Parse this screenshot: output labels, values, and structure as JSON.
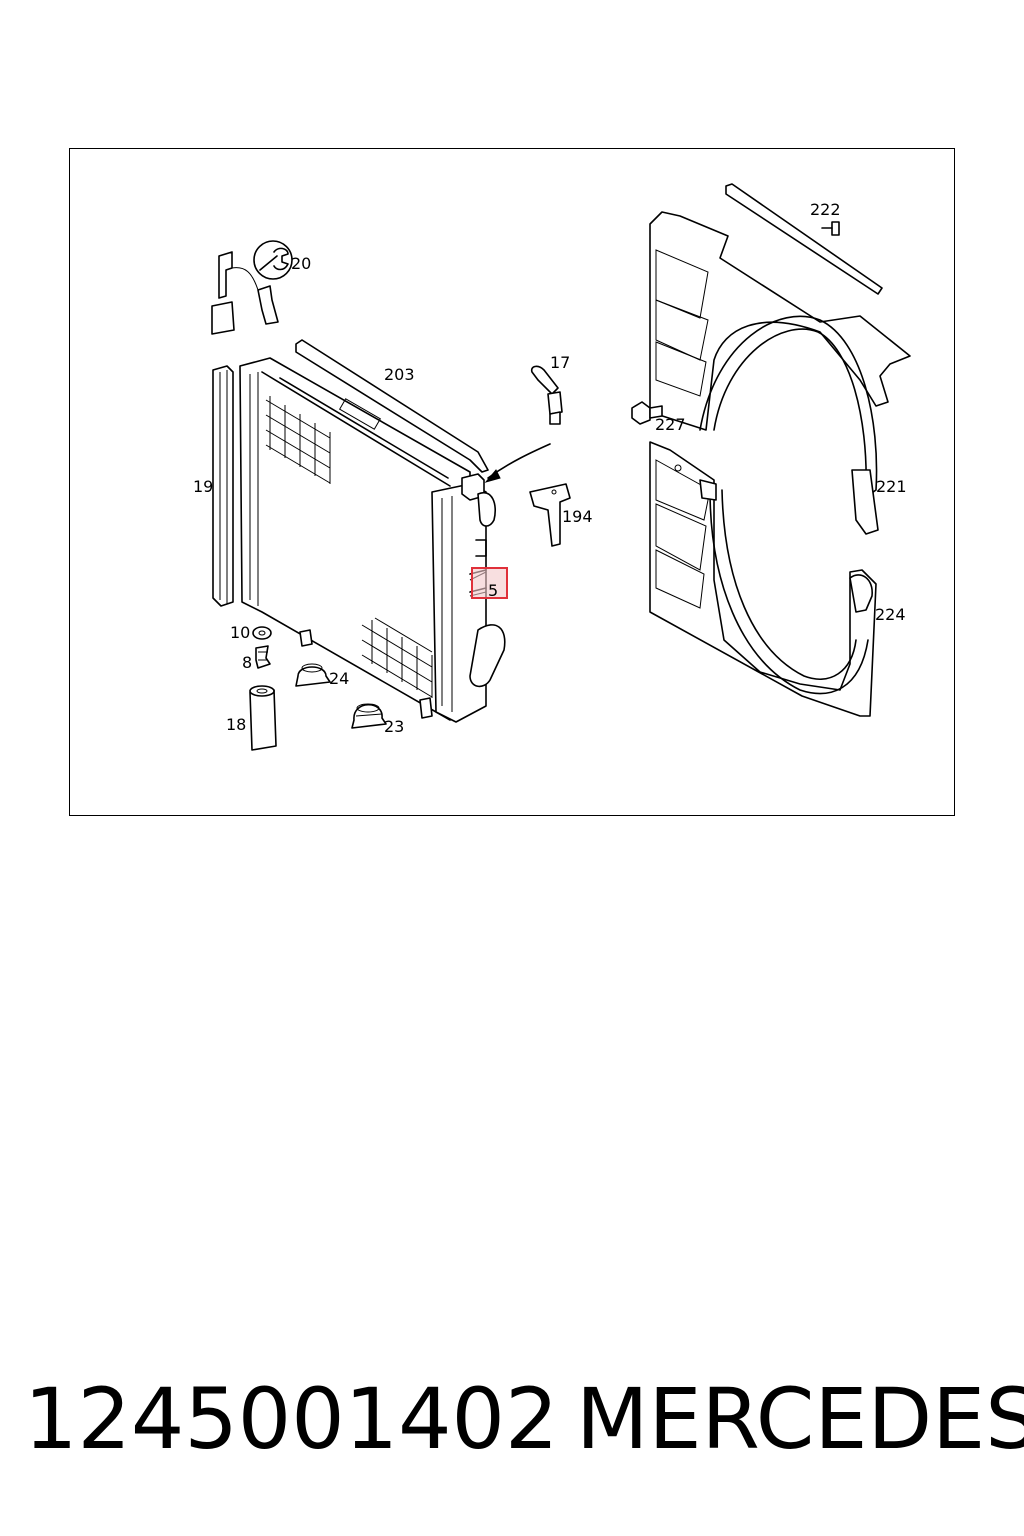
{
  "diagram": {
    "callouts": {
      "c20": "20",
      "c203": "203",
      "c17": "17",
      "c19": "19",
      "c194": "194",
      "c5": "5",
      "c10": "10",
      "c8": "8",
      "c24": "24",
      "c18": "18",
      "c23": "23",
      "c222": "222",
      "c227": "227",
      "c221": "221",
      "c224": "224"
    },
    "highlight_color": "#e0303a"
  },
  "footer": {
    "part_number": "1245001402",
    "brand": "MERCEDES"
  }
}
